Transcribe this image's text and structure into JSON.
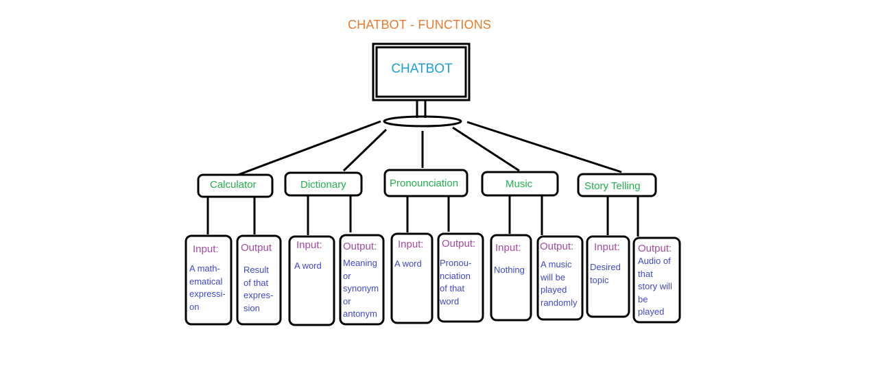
{
  "title": "CHATBOT - FUNCTIONS",
  "root": {
    "label": "CHATBOT"
  },
  "colors": {
    "title": "#e8792c",
    "root_label": "#1ca0d8",
    "category_label": "#22b14c",
    "box_heading": "#a349a4",
    "box_text": "#3f48cc",
    "stroke": "#000000"
  },
  "categories": [
    {
      "label": "Calculator",
      "input": {
        "heading": "Input:",
        "text": "A math-\nematical\nexpressi-\non"
      },
      "output": {
        "heading": "Output",
        "text": "Result\nof that\nexpres-\nsion"
      }
    },
    {
      "label": "Dictionary",
      "input": {
        "heading": "Input:",
        "text": "A word"
      },
      "output": {
        "heading": "Output:",
        "text": "Meaning\nor\nsynonym\nor\nantonym"
      }
    },
    {
      "label": "Pronounciation",
      "input": {
        "heading": "Input:",
        "text": "A word"
      },
      "output": {
        "heading": "Output:",
        "text": "Pronou-\nnciation\nof that\nword"
      }
    },
    {
      "label": "Music",
      "input": {
        "heading": "Input:",
        "text": "Nothing"
      },
      "output": {
        "heading": "Output:",
        "text": "A music\nwill be\nplayed\nrandomly"
      }
    },
    {
      "label": "Story Telling",
      "input": {
        "heading": "Input:",
        "text": "Desired\ntopic"
      },
      "output": {
        "heading": "Output:",
        "text": "Audio of\nthat\nstory will\nbe\nplayed"
      }
    }
  ]
}
